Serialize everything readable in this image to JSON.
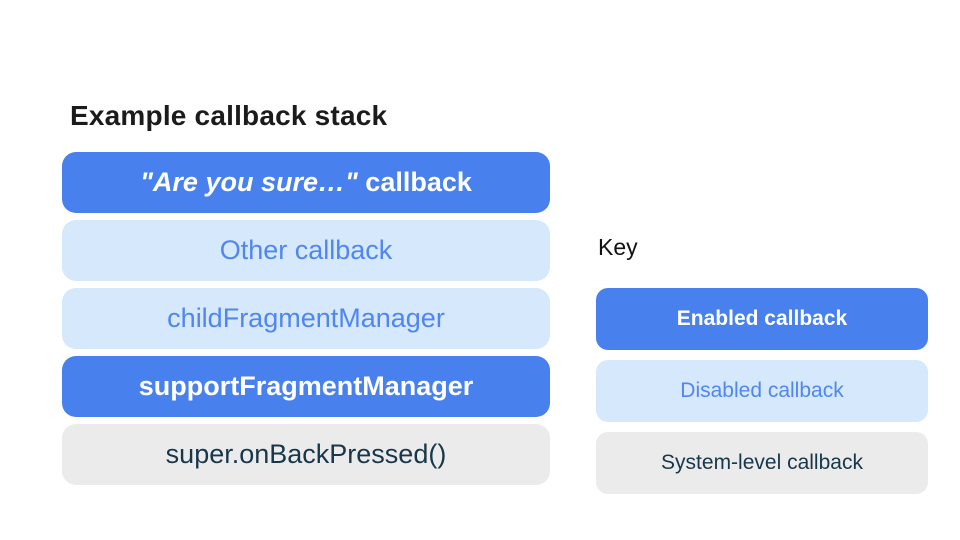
{
  "colors": {
    "enabled_bg": "#4881ee",
    "enabled_text": "#ffffff",
    "disabled_bg": "#d6e8fb",
    "disabled_text": "#5086ef",
    "system_bg": "#ebebeb",
    "system_text": "#17374a",
    "heading_text": "#1b1b1b",
    "page_bg": "#ffffff"
  },
  "stack": {
    "title": "Example callback stack",
    "items": [
      {
        "label_italic": "\"Are you sure…\"",
        "label_rest": " callback",
        "type": "enabled"
      },
      {
        "label": "Other callback",
        "type": "disabled"
      },
      {
        "label": "childFragmentManager",
        "type": "disabled"
      },
      {
        "label": "supportFragmentManager",
        "type": "enabled"
      },
      {
        "label": "super.onBackPressed()",
        "type": "system"
      }
    ]
  },
  "key": {
    "title": "Key",
    "items": [
      {
        "label": "Enabled callback",
        "type": "enabled"
      },
      {
        "label": "Disabled callback",
        "type": "disabled"
      },
      {
        "label": "System-level callback",
        "type": "system"
      }
    ]
  }
}
